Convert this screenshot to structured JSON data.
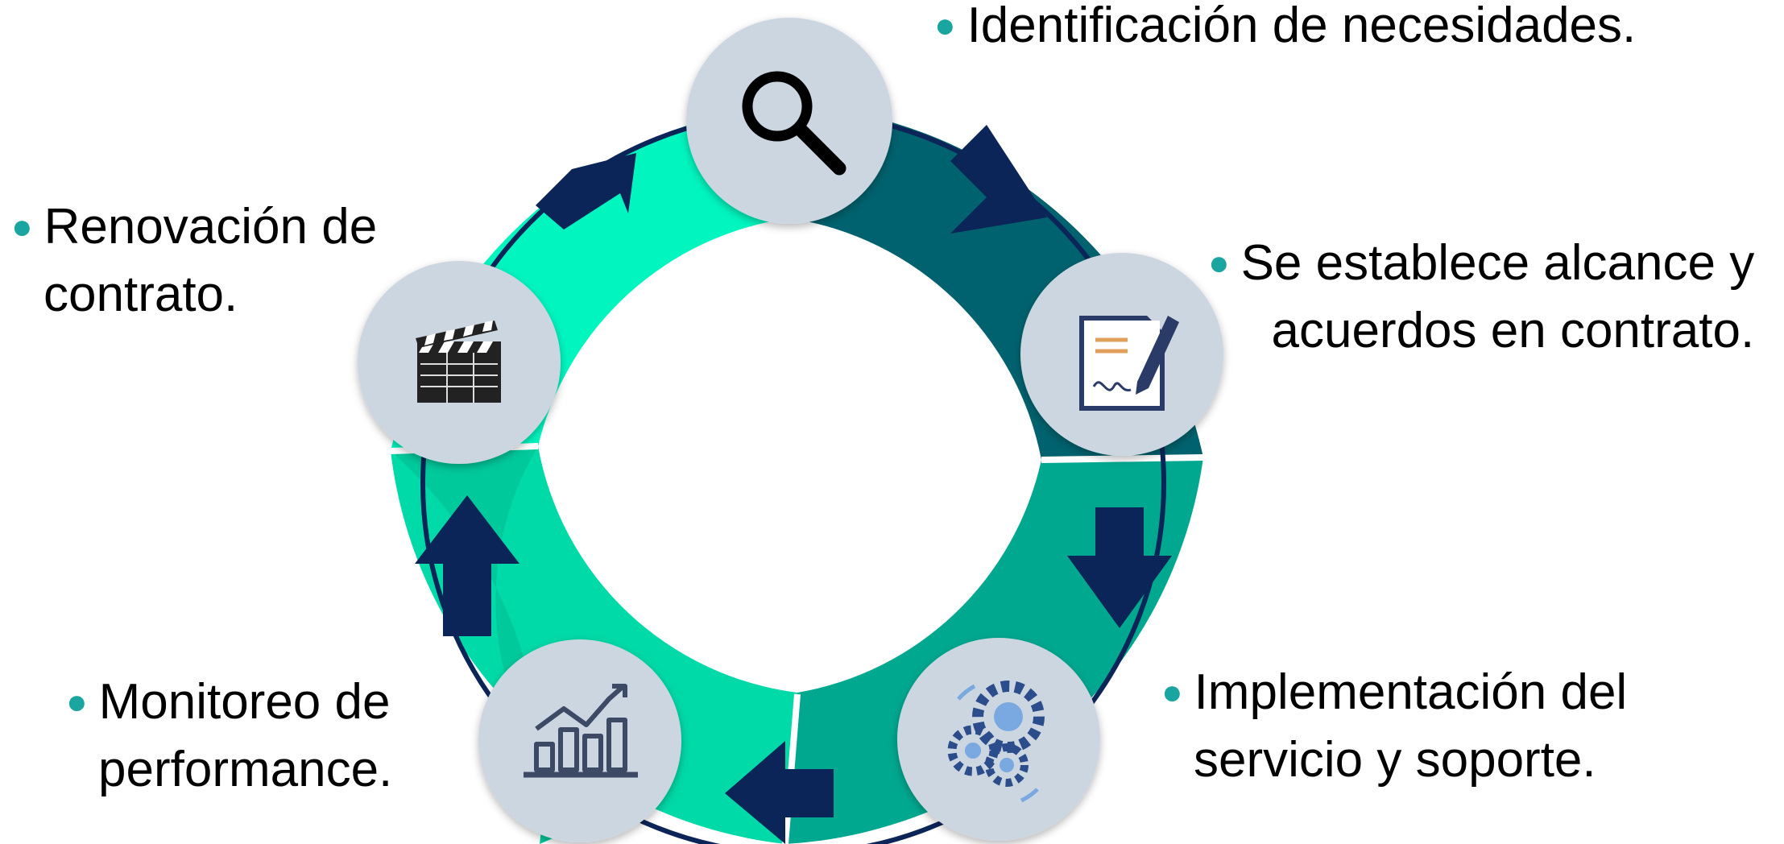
{
  "colors": {
    "seg_dark_teal": "#00626e",
    "seg_teal": "#00a88f",
    "seg_mint": "#00d9a8",
    "seg_bright_mint": "#00f5bf",
    "seg_green": "#00c99c",
    "ring_line": "#0b2559",
    "arrow": "#0b2559",
    "node_fill": "#cbd6e0",
    "bullet": "#1aa5a0",
    "text": "#000000"
  },
  "steps": [
    {
      "icon": "magnifier-icon",
      "label": [
        "Identificación de necesidades."
      ]
    },
    {
      "icon": "contract-signature-icon",
      "label": [
        "Se establece alcance y",
        "acuerdos en contrato."
      ]
    },
    {
      "icon": "gears-icon",
      "label": [
        "Implementación del",
        "servicio y soporte."
      ]
    },
    {
      "icon": "performance-chart-icon",
      "label": [
        "Monitoreo de",
        "performance."
      ]
    },
    {
      "icon": "clapperboard-icon",
      "label": [
        "Renovación de",
        "contrato."
      ]
    }
  ]
}
